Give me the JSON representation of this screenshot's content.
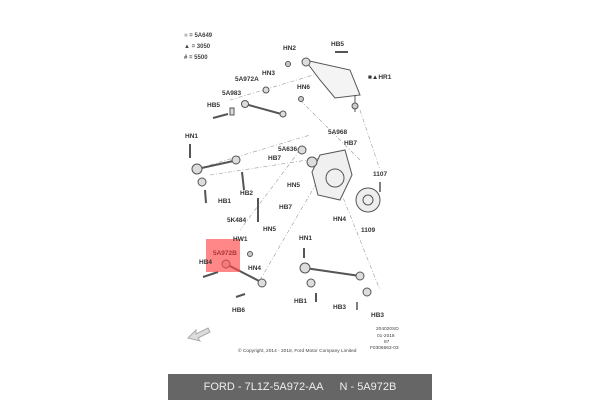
{
  "legend": [
    {
      "symbol": "■",
      "text": "= 5A649"
    },
    {
      "symbol": "▲",
      "text": "= 3050"
    },
    {
      "symbol": "#",
      "text": "= 5500"
    }
  ],
  "labels": [
    "HN2",
    "HB5",
    "■▲HR1",
    "5A972A",
    "HN3",
    "5A983",
    "HB5",
    "HN6",
    "HN1",
    "5A968",
    "5A636",
    "HB7",
    "HB7",
    "1107",
    "HN5",
    "HB2",
    "HB1",
    "HB7",
    "5K484",
    "HN4",
    "HN5",
    "1109",
    "HW1",
    "5A972B",
    "HB4",
    "HN4",
    "HN1",
    "HB1",
    "HB3",
    "HB3",
    "HB6"
  ],
  "revision": [
    "204020SD",
    "01-2018",
    "87",
    "F0306663-03"
  ],
  "copyright": "© Copyright, 2014 - 2018, Ford Motor Company Limited",
  "caption": {
    "part_number": "FORD - 7L1Z-5A972-AA",
    "reference": "N - 5A972B"
  },
  "colors": {
    "highlight": "#ff4646",
    "caption_bg": "#666666",
    "line": "#555555"
  }
}
